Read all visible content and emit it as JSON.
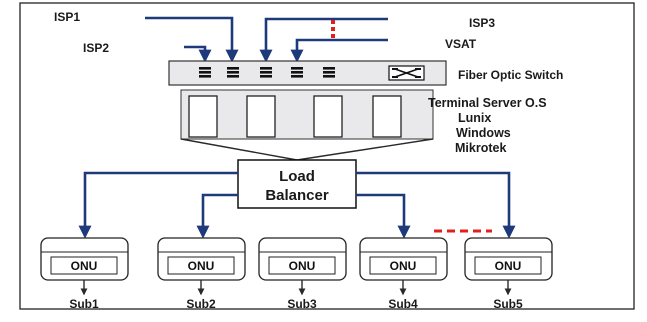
{
  "sources": {
    "isp1": "ISP1",
    "isp2": "ISP2",
    "isp3": "ISP3",
    "vsat": "VSAT"
  },
  "switch": {
    "label": "Fiber Optic Switch"
  },
  "servers": {
    "title": "Terminal Server O.S",
    "os_list": [
      "Lunix",
      "Windows",
      "Mikrotek"
    ]
  },
  "load_balancer": {
    "line1": "Load",
    "line2": "Balancer"
  },
  "onus": [
    {
      "label": "ONU",
      "subscriber": "Sub1"
    },
    {
      "label": "ONU",
      "subscriber": "Sub2"
    },
    {
      "label": "ONU",
      "subscriber": "Sub3"
    },
    {
      "label": "ONU",
      "subscriber": "Sub4"
    },
    {
      "label": "ONU",
      "subscriber": "Sub5"
    }
  ],
  "colors": {
    "link_blue": "#1f3a7a",
    "ellipsis_red": "#e0201a",
    "panel_gray": "#e9e9ec"
  }
}
